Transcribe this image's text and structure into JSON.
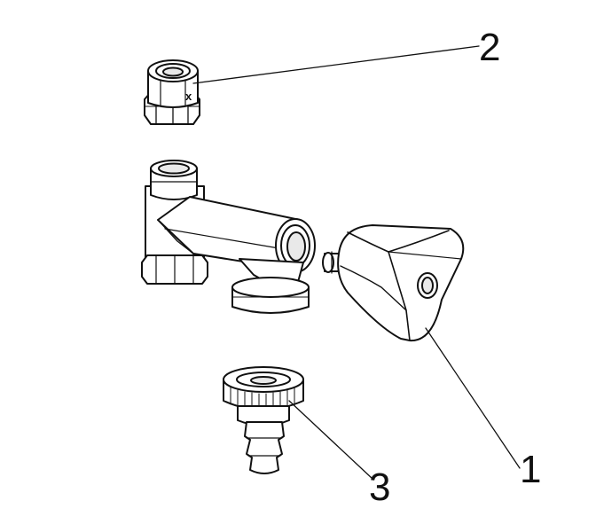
{
  "callouts": {
    "part1": "1",
    "part2": "2",
    "part3": "3"
  },
  "mark_x": "x",
  "colors": {
    "stroke": "#111111",
    "fill": "#ffffff",
    "shade": "#e9e9e9"
  }
}
